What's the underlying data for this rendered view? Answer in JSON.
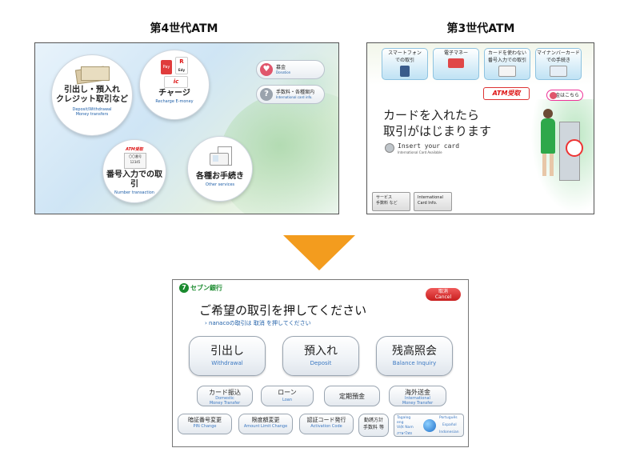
{
  "captions": {
    "gen4": "第4世代ATM",
    "gen3": "第3世代ATM"
  },
  "gen4": {
    "withdraw": {
      "jp1": "引出し・預入れ",
      "jp2": "クレジット取引など",
      "en1": "Deposit/Withdrawal",
      "en2": "Money transfers"
    },
    "charge": {
      "jp": "チャージ",
      "en": "Recharge E-money",
      "icon_r": "R",
      "icon_edy": "Edy",
      "icon_pay": "Pay",
      "icon_ic": "ic"
    },
    "number": {
      "jp": "番号入力での取引",
      "en": "Number transaction",
      "icon_label": "ATM受取",
      "icon_num": "12345",
      "icon_row": "〇〇番号"
    },
    "other": {
      "jp": "各種お手続き",
      "en": "Other services"
    },
    "donation": {
      "jp": "募金",
      "en": "Donation"
    },
    "fees": {
      "jp": "手数料・各種案内",
      "en": "International card info."
    }
  },
  "gen3": {
    "buttons": [
      {
        "line1": "スマートフォン",
        "line2": "での取引"
      },
      {
        "line1": "電子マネー",
        "line2": ""
      },
      {
        "line1": "カードを使わない",
        "line2": "番号入力での取引"
      },
      {
        "line1": "マイナンバーカード",
        "line2": "での手続き"
      }
    ],
    "atm_receive": "ATM受取",
    "donation": "募金はこちら",
    "main_line1": "カードを入れたら",
    "main_line2": "取引がはじまります",
    "insert": "Insert your card",
    "insert_sub": "International Card Available",
    "service_l1": "サービス",
    "service_l2": "手数料 など",
    "intl_l1": "International",
    "intl_l2": "Card Info."
  },
  "newscreen": {
    "logo": "セブン銀行",
    "logo_mark": "7",
    "cancel_jp": "取消",
    "cancel_en": "Cancel",
    "title": "ご希望の取引を押してください",
    "subtitle": "› nanacoの取引は 取消 を押してください",
    "big_buttons": [
      {
        "jp": "引出し",
        "en": "Withdrawal"
      },
      {
        "jp": "預入れ",
        "en": "Deposit"
      },
      {
        "jp": "残高照会",
        "en": "Balance Inquiry"
      }
    ],
    "mid_buttons": [
      {
        "jp": "カード振込",
        "en1": "Domestic",
        "en2": "Money Transfer"
      },
      {
        "jp": "ローン",
        "en1": "Loan",
        "en2": ""
      },
      {
        "jp": "定期預金",
        "en1": "",
        "en2": ""
      },
      {
        "jp": "海外送金",
        "en1": "International",
        "en2": "Money Transfer"
      }
    ],
    "small_buttons": [
      {
        "jp": "暗証番号変更",
        "en": "PIN Change"
      },
      {
        "jp": "限度額変更",
        "en": "Amount Limit Change"
      },
      {
        "jp": "認証コード発行",
        "en": "Activation Code"
      }
    ],
    "fees_l1": "勤誘方計",
    "fees_l2": "手数料 等",
    "languages": {
      "tagalog": "Tagalog",
      "eng": "eng",
      "vietnam": "Việt Nam",
      "thai": "ภาษาไทย",
      "portugues": "Português",
      "espanol": "Español",
      "indonesian": "Indonesian"
    }
  },
  "colors": {
    "arrow": "#f39c1e",
    "brand_green": "#1a8a2e",
    "cancel_red": "#d22"
  }
}
